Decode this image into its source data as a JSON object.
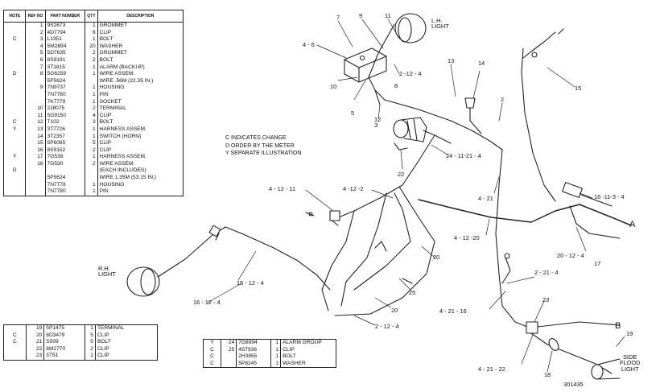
{
  "parts_table_main": {
    "headers": [
      "NOTE",
      "REF NO",
      "PART NUMBER",
      "QTY",
      "DESCRIPTION"
    ],
    "rows": [
      [
        "",
        "1",
        "9S2673",
        "1",
        "GROMMET"
      ],
      [
        "",
        "2",
        "4D7794",
        "8",
        "CLIP"
      ],
      [
        "C",
        "3",
        "L1351",
        "1",
        "BOLT"
      ],
      [
        "",
        "4",
        "5M2894",
        "20",
        "WASHER"
      ],
      [
        "",
        "5",
        "5D7635",
        "2",
        "GROMMET"
      ],
      [
        "",
        "6",
        "8S9191",
        "2",
        "BOLT"
      ],
      [
        "",
        "7",
        "3T1815",
        "1",
        "ALARM (BACKUP)"
      ],
      [
        "D",
        "8",
        "5G6259",
        "1",
        "WIRE ASSEM."
      ],
      [
        "",
        "",
        "5P5624",
        "",
        "WIRE .56M (22.35 IN.)"
      ],
      [
        "",
        "9",
        "7N9737",
        "1",
        "HOUSING"
      ],
      [
        "",
        "",
        "7N7780",
        "1",
        "PIN"
      ],
      [
        "",
        "",
        "7K7779",
        "1",
        "SOCKET"
      ],
      [
        "",
        "10",
        "2J8075",
        "2",
        "TERMINAL"
      ],
      [
        "",
        "11",
        "5G9150",
        "4",
        "CLIP"
      ],
      [
        "C",
        "12",
        "T102",
        "3",
        "BOLT"
      ],
      [
        "Y",
        "13",
        "3T7726",
        "1",
        "HARNESS ASSEM."
      ],
      [
        "",
        "14",
        "3T2357",
        "1",
        "SWITCH (HORN)"
      ],
      [
        "",
        "15",
        "5P6065",
        "5",
        "CLIP"
      ],
      [
        "",
        "16",
        "8S9152",
        "2",
        "CLIP"
      ],
      [
        "Y",
        "17",
        "7G538",
        "1",
        "HARNESS ASSEM."
      ],
      [
        "",
        "18",
        "7G530",
        "2",
        "WIRE ASSEM."
      ],
      [
        "D",
        "",
        "",
        "",
        "(EACH INCLUDES)"
      ],
      [
        "",
        "",
        "5P5624",
        "",
        "WIRE 1.35M (53.15 IN.)"
      ],
      [
        "",
        "",
        "7N7778",
        "1",
        "HOUSING"
      ],
      [
        "",
        "",
        "7N7780",
        "1",
        "PIN"
      ]
    ]
  },
  "parts_table_lower_left": {
    "rows": [
      [
        "",
        "19",
        "5P1475",
        "1",
        "TERMINAL"
      ],
      [
        "C",
        "20",
        "8D3479",
        "5",
        "CLIP"
      ],
      [
        "C",
        "21",
        "S509",
        "5",
        "BOLT"
      ],
      [
        "",
        "22",
        "8M2770",
        "2",
        "CLIP"
      ],
      [
        "",
        "23",
        "3T51",
        "1",
        "CLIP"
      ]
    ]
  },
  "parts_table_lower_mid": {
    "rows": [
      [
        "Y",
        "24",
        "7G8994",
        "1",
        "ALARM GROUP"
      ],
      [
        "C",
        "25",
        "4S7936",
        "1",
        "CLIP"
      ],
      [
        "C",
        "",
        "2H3855",
        "1",
        "BOLT"
      ],
      [
        "C",
        "",
        "5P8245",
        "1",
        "WASHER"
      ]
    ]
  },
  "legend": [
    "C   INDICATES CHANGE",
    "D   ORDER BY THE METER",
    "Y   SEPARATE ILLUSTRATION"
  ],
  "callouts": {
    "lh_light": "L.H.\nLIGHT",
    "rh_light": "R.H.\nLIGHT",
    "side_flood_light": "SIDE\nFLOOD\nLIGHT",
    "c4_6": "4 - 6",
    "c7": "7",
    "c9": "9",
    "c11": "11",
    "c2_12_4_top": "2 -12 - 4",
    "c8": "8",
    "c10": "10",
    "c5": "5",
    "c12_3": "12\n3",
    "c13": "13",
    "c14": "14",
    "c2": "2",
    "c15": "15",
    "c24_11_21_4": "24 - 11-21 - 4",
    "c22": "22",
    "c4_21": "4 - 21",
    "c16_11_3_4": "16 -11-3 - 4",
    "cA": "A",
    "c4_12_11": "4 - 12 - 11",
    "c4_12_2": "4 -12 -2",
    "c4_12_20": "4 - 12 -20",
    "c20_12_4": "20 - 12 - 4",
    "c17": "17",
    "c20a": "20",
    "c25": "25",
    "c15_12_4": "15 - 12 - 4",
    "c16_12_4": "16 - 12 - 4",
    "c20b": "20",
    "c2_12_4_bot": "2 - 12 - 4",
    "c2_21_4": "2 - 21 - 4",
    "c4_21_16": "4 - 21 - 16",
    "c23": "23",
    "cB": "B",
    "c19": "19",
    "c4_21_22": "4 - 21 - 22",
    "c18": "18",
    "figure_no": "301435"
  }
}
